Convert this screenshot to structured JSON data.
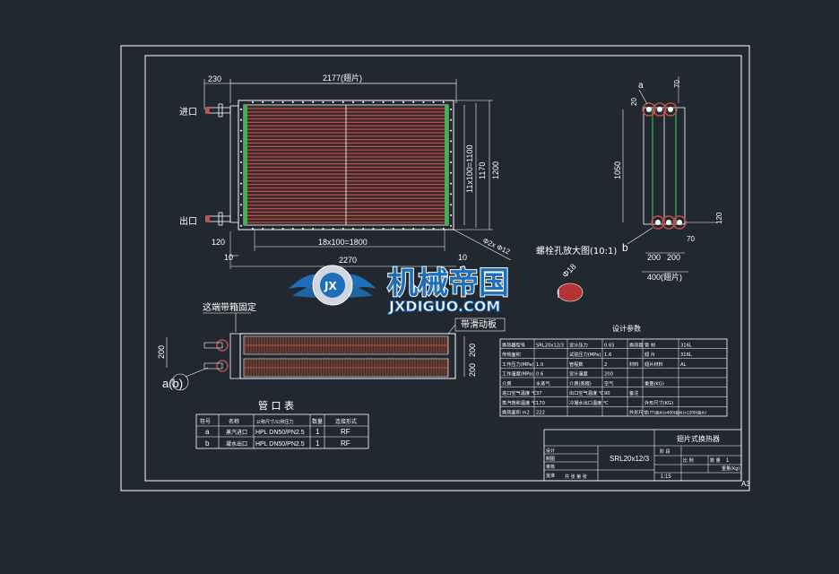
{
  "colors": {
    "background": "#212830",
    "line": "#ffffff",
    "tube": "#c0504d",
    "fin": "#d06a40",
    "flange_green": "#3fb34f",
    "dim": "#dddddd",
    "watermark_blue": "#1f6fb8",
    "watermark_text": "#ffffff"
  },
  "front_view": {
    "overall_length": "2177(翅片)",
    "dim_230": "230",
    "width_note": "11x100=1100",
    "height_1170": "1170",
    "height_1200": "1200",
    "bottom_pitch": "18x100=1800",
    "dim_120": "120",
    "dim_10_left": "10",
    "dim_10_right": "10",
    "dim_2270": "2270",
    "angle_note": "Φ2x Φ12",
    "inlet_label": "进口",
    "outlet_label": "出口"
  },
  "side_view": {
    "label_top": "20",
    "dim_70_top": "70",
    "dim_20_left": "20",
    "height_1050": "1050",
    "dim_70_bottom": "70",
    "dim_120": "120",
    "dim_200_a": "200",
    "dim_200_b": "200",
    "width_400": "400(翅片)",
    "callout_b": "b",
    "callout_a": "a",
    "detail_label": "螺栓孔放大图(10:1)",
    "detail_value": "Φ18"
  },
  "top_view": {
    "support_note": "这端带箱固定",
    "callout": "a(b)",
    "dim_200_left": "200",
    "dim_200_right_a": "200",
    "dim_200_right_b": "200",
    "slide_note": "带滑动板"
  },
  "nozzle_table": {
    "title": "管 口 表",
    "headers": [
      "符号",
      "名称",
      "公称尺寸/公称压力",
      "数量",
      "连接形式"
    ],
    "rows": [
      [
        "a",
        "蒸汽进口",
        "HPL DN50/PN2.5",
        "1",
        "RF"
      ],
      [
        "b",
        "凝水出口",
        "HPL DN50/PN2.5",
        "1",
        "RF"
      ]
    ]
  },
  "design_params": {
    "title": "设计参数",
    "rows": [
      [
        "换热器型号",
        "SRL20x12/3",
        "设计压力",
        "0.65",
        "换热管",
        "管 材",
        "316L"
      ],
      [
        "传热面积",
        "",
        "试验压力(MPa)",
        "1.6",
        "",
        "翅 片",
        "316L"
      ],
      [
        "工作压力(MPa)",
        "1.0",
        "管程数",
        "2",
        "材料",
        "翅片材料",
        "AL"
      ],
      [
        "工作温度(MPa)",
        "0.6",
        "设计温度",
        "200",
        "",
        "",
        ""
      ],
      [
        "介质",
        "水蒸气",
        "介质(壳程)",
        "空气",
        "",
        "重量(KG)",
        ""
      ],
      [
        "进口空气温度 ℃",
        "37",
        "出口空气温度 ℃",
        "90",
        "备注",
        "",
        ""
      ],
      [
        "蒸汽饱和温度 ℃",
        "170",
        "冷凝水出口温度 ℃",
        "",
        "",
        "外形尺寸(KG)",
        ""
      ],
      [
        "换热面积 m2",
        "222",
        "",
        "",
        "外形尺寸",
        "2177(翅片)x400(翅片)x1200(翅片)",
        ""
      ]
    ]
  },
  "title_block": {
    "title": "翅片式换热器",
    "model": "SRL20x12/3",
    "rows_left": [
      "设计",
      "制图",
      "审核",
      "批准"
    ],
    "row_labels": [
      "阶 段",
      "比 例",
      "数 量",
      "重量(Kg)"
    ],
    "quantity": "1",
    "ratio": "1:15",
    "sheet": "共 张  第 张"
  },
  "sheet_size": "A3",
  "watermark": {
    "cn": "机械帝国",
    "en": "JXDIGUO.COM",
    "logo": "JX"
  }
}
